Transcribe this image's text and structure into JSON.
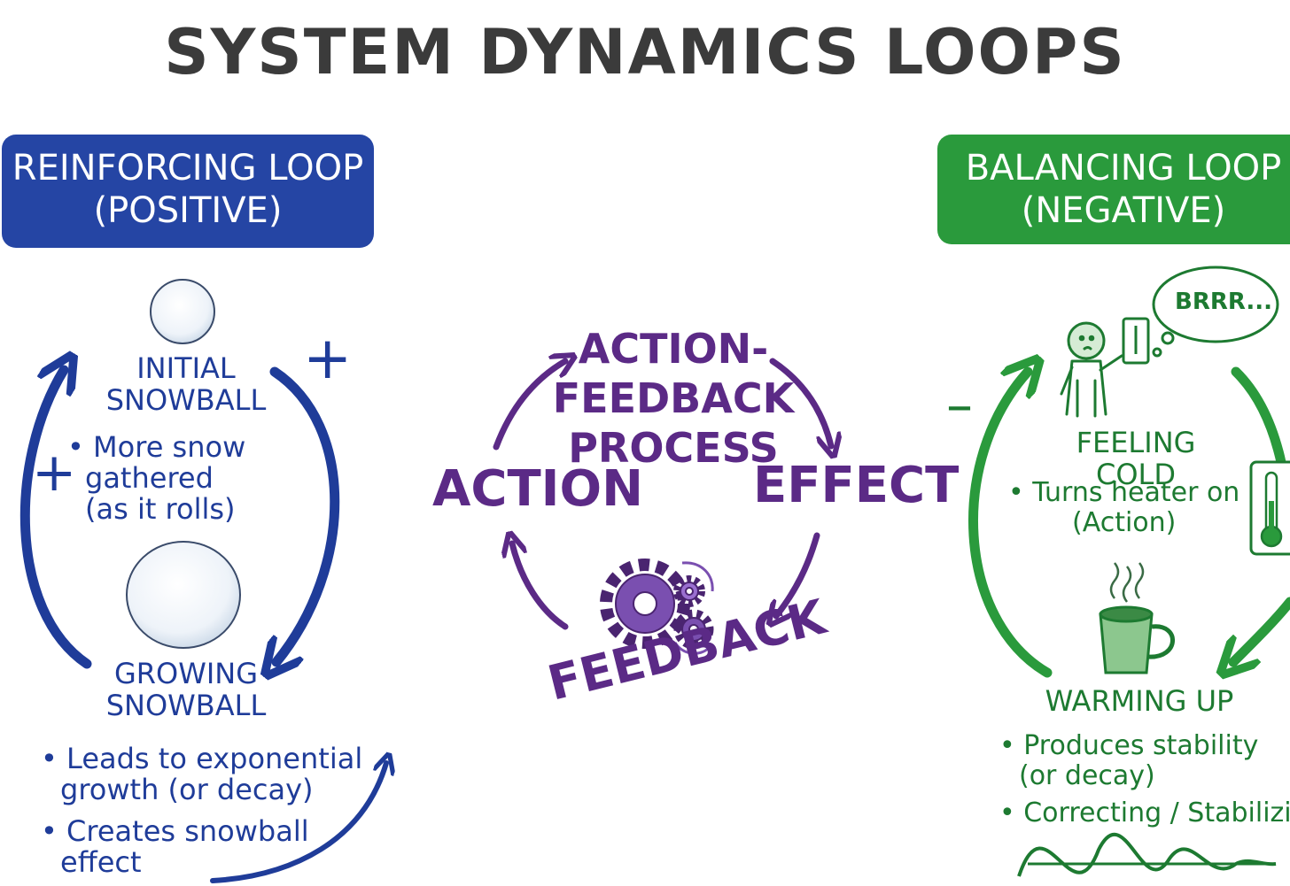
{
  "title": "SYSTEM DYNAMICS LOOPS",
  "colors": {
    "blue": "#1f3c99",
    "green": "#1d7a31",
    "purple": "#5b2a86",
    "title": "#3b3b3b"
  },
  "reinforcing": {
    "banner_line1": "REINFORCING LOOP",
    "banner_line2": "(POSITIVE)",
    "plus_symbol": "+",
    "node_top_line1": "INITIAL",
    "node_top_line2": "SNOWBALL",
    "node_bottom_line1": "GROWING",
    "node_bottom_line2": "SNOWBALL",
    "middle_bullet_line1": "More snow",
    "middle_bullet_line2": "gathered",
    "middle_bullet_line3": "(as it rolls)",
    "bullets": [
      {
        "line1": "Leads to exponential",
        "line2": "growth (or decay)"
      },
      {
        "line1": "Creates snowball",
        "line2": "effect"
      }
    ]
  },
  "center": {
    "title_line1": "ACTION-",
    "title_line2": "FEEDBACK",
    "title_line3": "PROCESS",
    "action": "ACTION",
    "effect": "EFFECT",
    "feedback": "FEEDBACK",
    "icon": "gears-icon"
  },
  "balancing": {
    "banner_line1": "BALANCING LOOP",
    "banner_line2": "(NEGATIVE)",
    "minus_symbol": "–",
    "thought": "BRRR...",
    "node_top": "FEELING COLD",
    "middle_bullet_line1": "Turns heater on",
    "middle_bullet_line2": "(Action)",
    "node_bottom": "WARMING UP",
    "bullets": [
      {
        "line1": "Produces stability",
        "line2": "(or decay)"
      },
      {
        "line1": "Correcting / Stabilizing",
        "line2": ""
      }
    ]
  }
}
